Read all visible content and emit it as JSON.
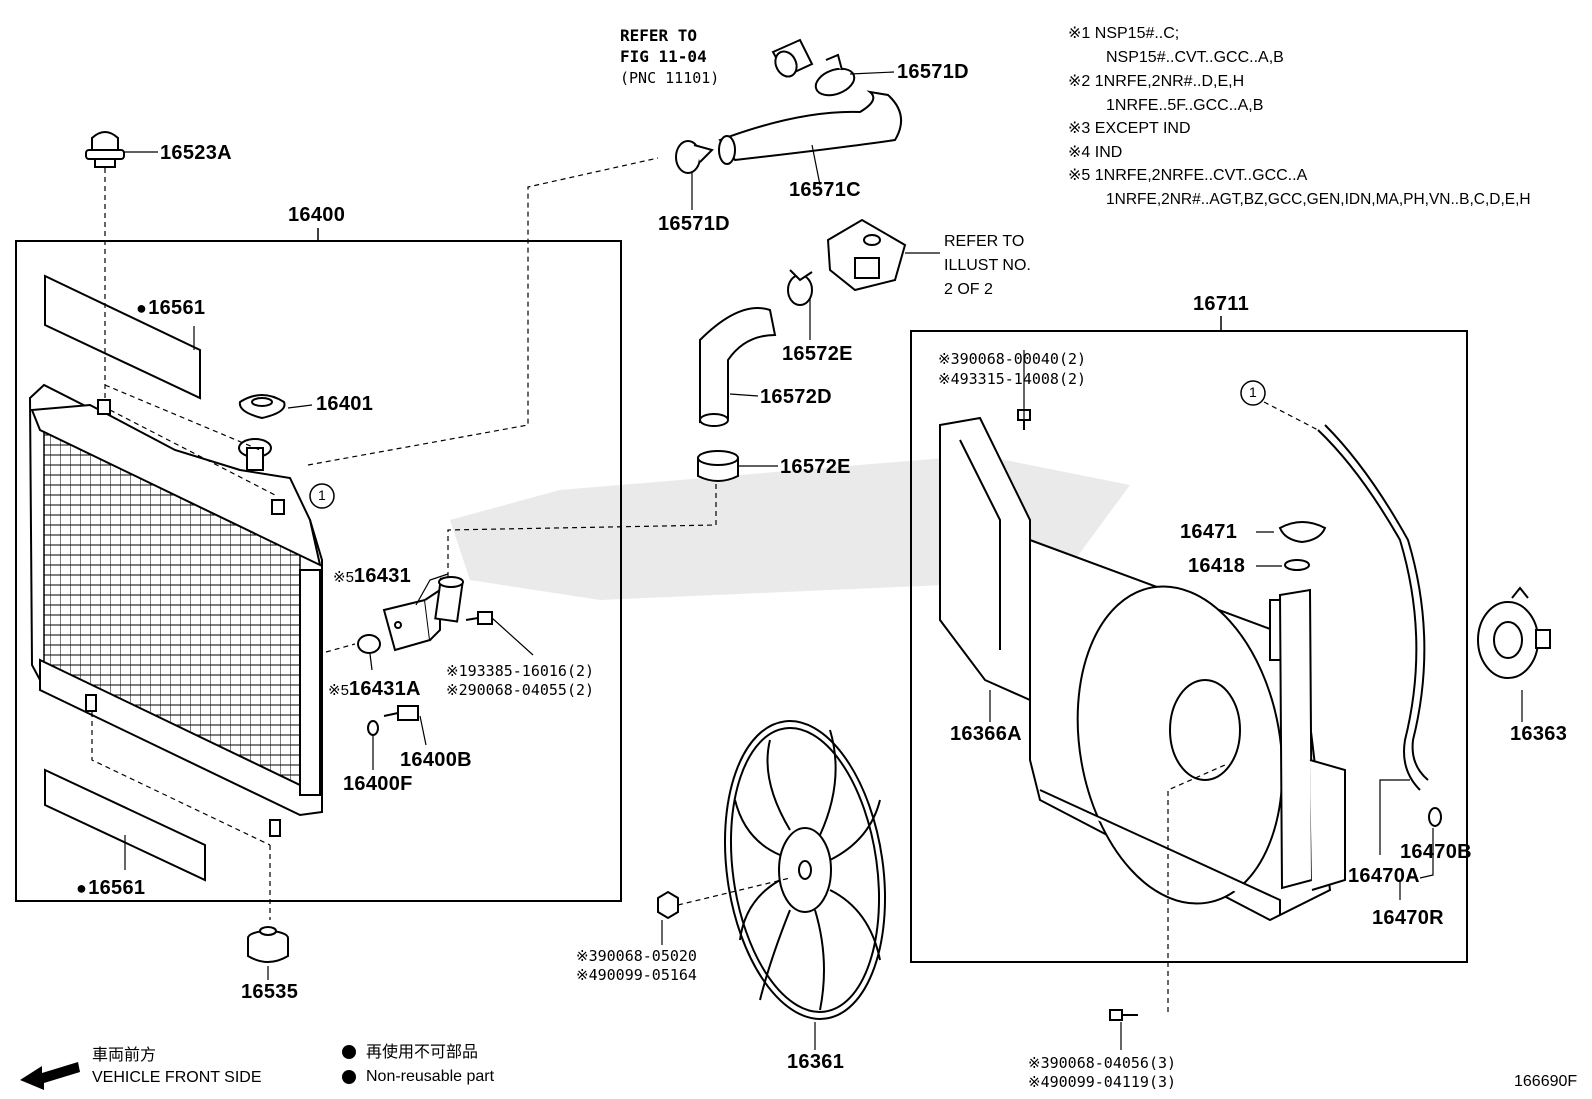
{
  "diagram_code": "166690F",
  "notes": [
    {
      "mark": "※1",
      "lines": [
        "NSP15#..C;",
        "NSP15#..CVT..GCC..A,B"
      ]
    },
    {
      "mark": "※2",
      "lines": [
        "1NRFE,2NR#..D,E,H",
        "1NRFE..5F..GCC..A,B"
      ]
    },
    {
      "mark": "※3",
      "lines": [
        "EXCEPT IND"
      ]
    },
    {
      "mark": "※4",
      "lines": [
        "IND"
      ]
    },
    {
      "mark": "※5",
      "lines": [
        "1NRFE,2NRFE..CVT..GCC..A",
        "1NRFE,2NR#..AGT,BZ,GCC,GEN,IDN,MA,PH,VN..B,C,D,E,H"
      ]
    }
  ],
  "refer_fig": [
    "REFER TO",
    "FIG 11-04",
    "(PNC 11101)"
  ],
  "refer_illust": [
    "REFER TO",
    "ILLUST NO.",
    "2 OF 2"
  ],
  "ref_circle": "1",
  "parts": {
    "p16523A": "16523A",
    "p16400": "16400",
    "p16561_top": "16561",
    "p16401": "16401",
    "p16431": "16431",
    "p16431_mark": "※5",
    "p16431A": "16431A",
    "p16431A_mark": "※5",
    "p16400B": "16400B",
    "p16400F": "16400F",
    "p16561_bot": "16561",
    "p16535": "16535",
    "p16571D_top": "16571D",
    "p16571C": "16571C",
    "p16571D_mid": "16571D",
    "p16572E_top": "16572E",
    "p16572D": "16572D",
    "p16572E_bot": "16572E",
    "p16711": "16711",
    "p16366A": "16366A",
    "p16471": "16471",
    "p16418": "16418",
    "p16363": "16363",
    "p16470B": "16470B",
    "p16470A": "16470A",
    "p16470R": "16470R",
    "p16361": "16361"
  },
  "bolts": {
    "b1": {
      "mark": "※1",
      "text": "93385-16016(2)"
    },
    "b2": {
      "mark": "※2",
      "text": "90068-04055(2)"
    },
    "b3": {
      "mark": "※3",
      "text": "90068-00040(2)"
    },
    "b4": {
      "mark": "※4",
      "text": "93315-14008(2)"
    },
    "b5": {
      "mark": "※3",
      "text": "90068-05020"
    },
    "b6": {
      "mark": "※4",
      "text": "90099-05164"
    },
    "b7": {
      "mark": "※3",
      "text": "90068-04056(3)"
    },
    "b8": {
      "mark": "※4",
      "text": "90099-04119(3)"
    }
  },
  "legend": {
    "front_jp": "車両前方",
    "front_en": "VEHICLE FRONT SIDE",
    "nonreuse_jp": "再使用不可部品",
    "nonreuse_en": "Non-reusable part"
  }
}
